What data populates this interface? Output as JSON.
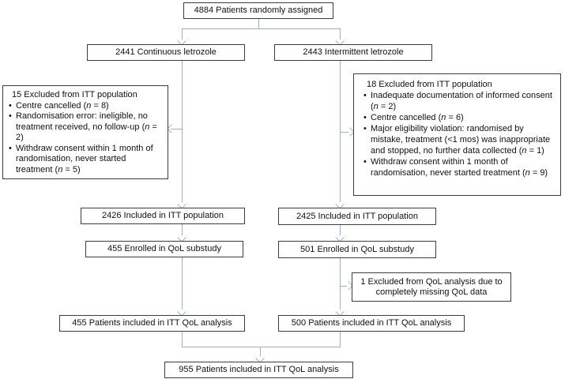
{
  "figure": {
    "type": "consort-patient-flow-diagram",
    "colors": {
      "line": "#9ab0d2",
      "border": "#3d3d3d",
      "text": "#111111",
      "background": "#ffffff"
    },
    "nodes": {
      "randomized": {
        "label": "4884 Patients randomly assigned"
      },
      "continuous_arm": {
        "label": "2441 Continuous letrozole"
      },
      "intermittent_arm": {
        "label": "2443 Intermittent letrozole"
      },
      "excluded_continuous": {
        "title": "15 Excluded from ITT population",
        "bullets": [
          "Centre cancelled (*n* = 8)",
          "Randomisation error: ineligible, no treatment received, no follow-up (*n* = 2)",
          "Withdraw consent within 1 month of randomisation, never started treatment (*n* = 5)"
        ]
      },
      "excluded_intermittent": {
        "title": "18 Excluded from ITT population",
        "bullets": [
          "Inadequate documentation of informed consent (*n* = 2)",
          "Centre cancelled (*n* = 6)",
          "Major eligibility violation: randomised by mistake, treatment (<1 mos) was inappropriate and stopped, no further data collected (*n* = 1)",
          "Withdraw consent within 1 month of randomisation, never started treatment (*n* = 9)"
        ]
      },
      "itt_continuous": {
        "label": "2426 Included in ITT population"
      },
      "itt_intermittent": {
        "label": "2425 Included in ITT population"
      },
      "qol_enrolled_continuous": {
        "label": "455 Enrolled in QoL substudy"
      },
      "qol_enrolled_intermittent": {
        "label": "501 Enrolled in QoL substudy"
      },
      "qol_excluded": {
        "label": "1 Excluded from QoL analysis due to completely missing QoL data"
      },
      "qol_itt_continuous": {
        "label": "455 Patients included in ITT QoL analysis"
      },
      "qol_itt_intermittent": {
        "label": "500 Patients included in ITT QoL analysis"
      },
      "qol_itt_total": {
        "label": "955 Patients included in ITT QoL analysis"
      }
    }
  }
}
